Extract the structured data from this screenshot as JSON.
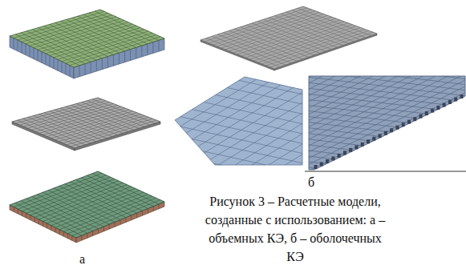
{
  "diagram": {
    "caption": "Рисунок 3 – Расчетные модели, созданные с использованием: а –объемных КЭ, б – оболочечных КЭ",
    "labels": [
      "а",
      "б"
    ]
  }
}
